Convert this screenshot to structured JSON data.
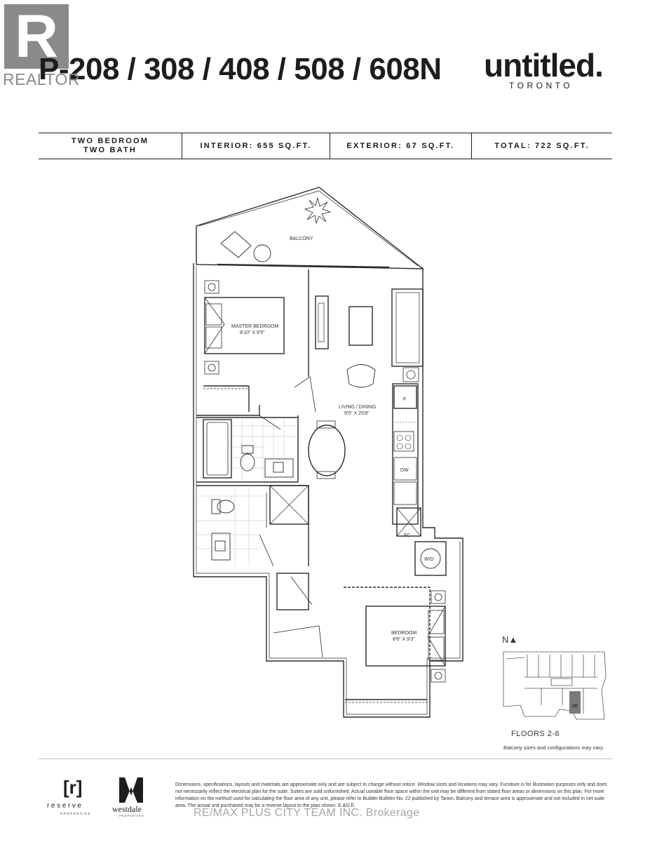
{
  "realtor": {
    "logo_letter": "R",
    "wordmark": "REALTOR"
  },
  "title": "P-208 / 308 / 408 / 508 / 608N",
  "brand": {
    "name": "untitled.",
    "city": "TORONTO"
  },
  "specs": {
    "type_line1": "TWO BEDROOM",
    "type_line2": "TWO BATH",
    "interior": "INTERIOR: 655 SQ.FT.",
    "exterior": "EXTERIOR: 67 SQ.FT.",
    "total": "TOTAL: 722 SQ.FT."
  },
  "rooms": {
    "balcony": "BALCONY",
    "master_name": "MASTER BEDROOM",
    "master_dims": "8'10\" X 9'5\"",
    "living_name": "LIVING / DINING",
    "living_dims": "9'0\" X 25'8\"",
    "bedroom_name": "BEDROOM",
    "bedroom_dims": "8'6\" X 9'3\"",
    "fridge": "F",
    "dishwasher": "DW",
    "fan_coil": "FC",
    "washer_dryer": "W/D"
  },
  "keyplan": {
    "north": "N▲",
    "unit": "08",
    "floors": "FLOORS 2-6",
    "note": "Balcony sizes and configurations may vary."
  },
  "footer": {
    "reserve_mark": "[r]",
    "reserve_word": "reserve",
    "reserve_sub": "PROPERTIES",
    "westdale_word": "westdale",
    "westdale_sub": "PROPERTIES",
    "disclaimer": "Dimensions, specifications, layouts and materials are approximate only and are subject to change without notice. Window sizes and locations may vary. Furniture is for illustration purposes only and does not necessarily reflect the electrical plan for the suite. Suites are sold unfurnished. Actual useable floor space within the unit may be different from stated floor areas or dimensions on this plan. For more information on the method used for calculating the floor area of any unit, please refer to Builder Bulletin No. 22 published by Tarion. Balcony and terrace area is approximate and not included in net suite area. The actual unit purchased may be a reverse layout to the plan shown. E.&O.E.",
    "watermark": "RE/MAX PLUS CITY TEAM INC. Brokerage"
  }
}
